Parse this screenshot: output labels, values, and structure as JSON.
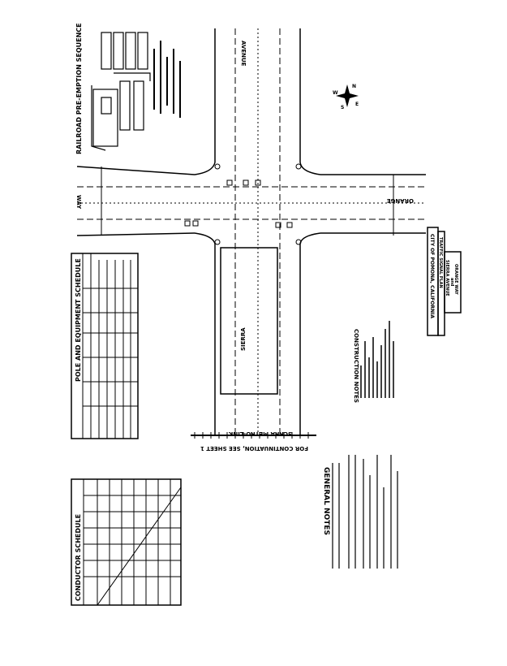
{
  "title_block": {
    "line1": "CITY OF POMONA, CALIFORNIA",
    "line2": "TRAFFIC SIGNAL PLAN",
    "line3": "SIERRA AVENUE",
    "line4": "and",
    "line5": "ORANGE WAY"
  },
  "streets": {
    "avenue": "AVENUE",
    "sierra": "SIERRA",
    "orange": "ORANGE",
    "way": "WAY"
  },
  "railroad": {
    "line": "SCRRA METRO-LINK",
    "continuation": "FOR CONTINUATION, SEE SHEET 1"
  },
  "compass": {
    "n": "N",
    "s": "S",
    "e": "E",
    "w": "W"
  },
  "panels": {
    "railroad_sequence": "RAILROAD PRE-EMPTION SEQUENCE",
    "pole_schedule": "POLE AND EQUIPMENT SCHEDULE",
    "conductor_schedule": "CONDUCTOR SCHEDULE",
    "construction_notes": "CONSTRUCTION NOTES",
    "general_notes": "GENERAL NOTES"
  }
}
